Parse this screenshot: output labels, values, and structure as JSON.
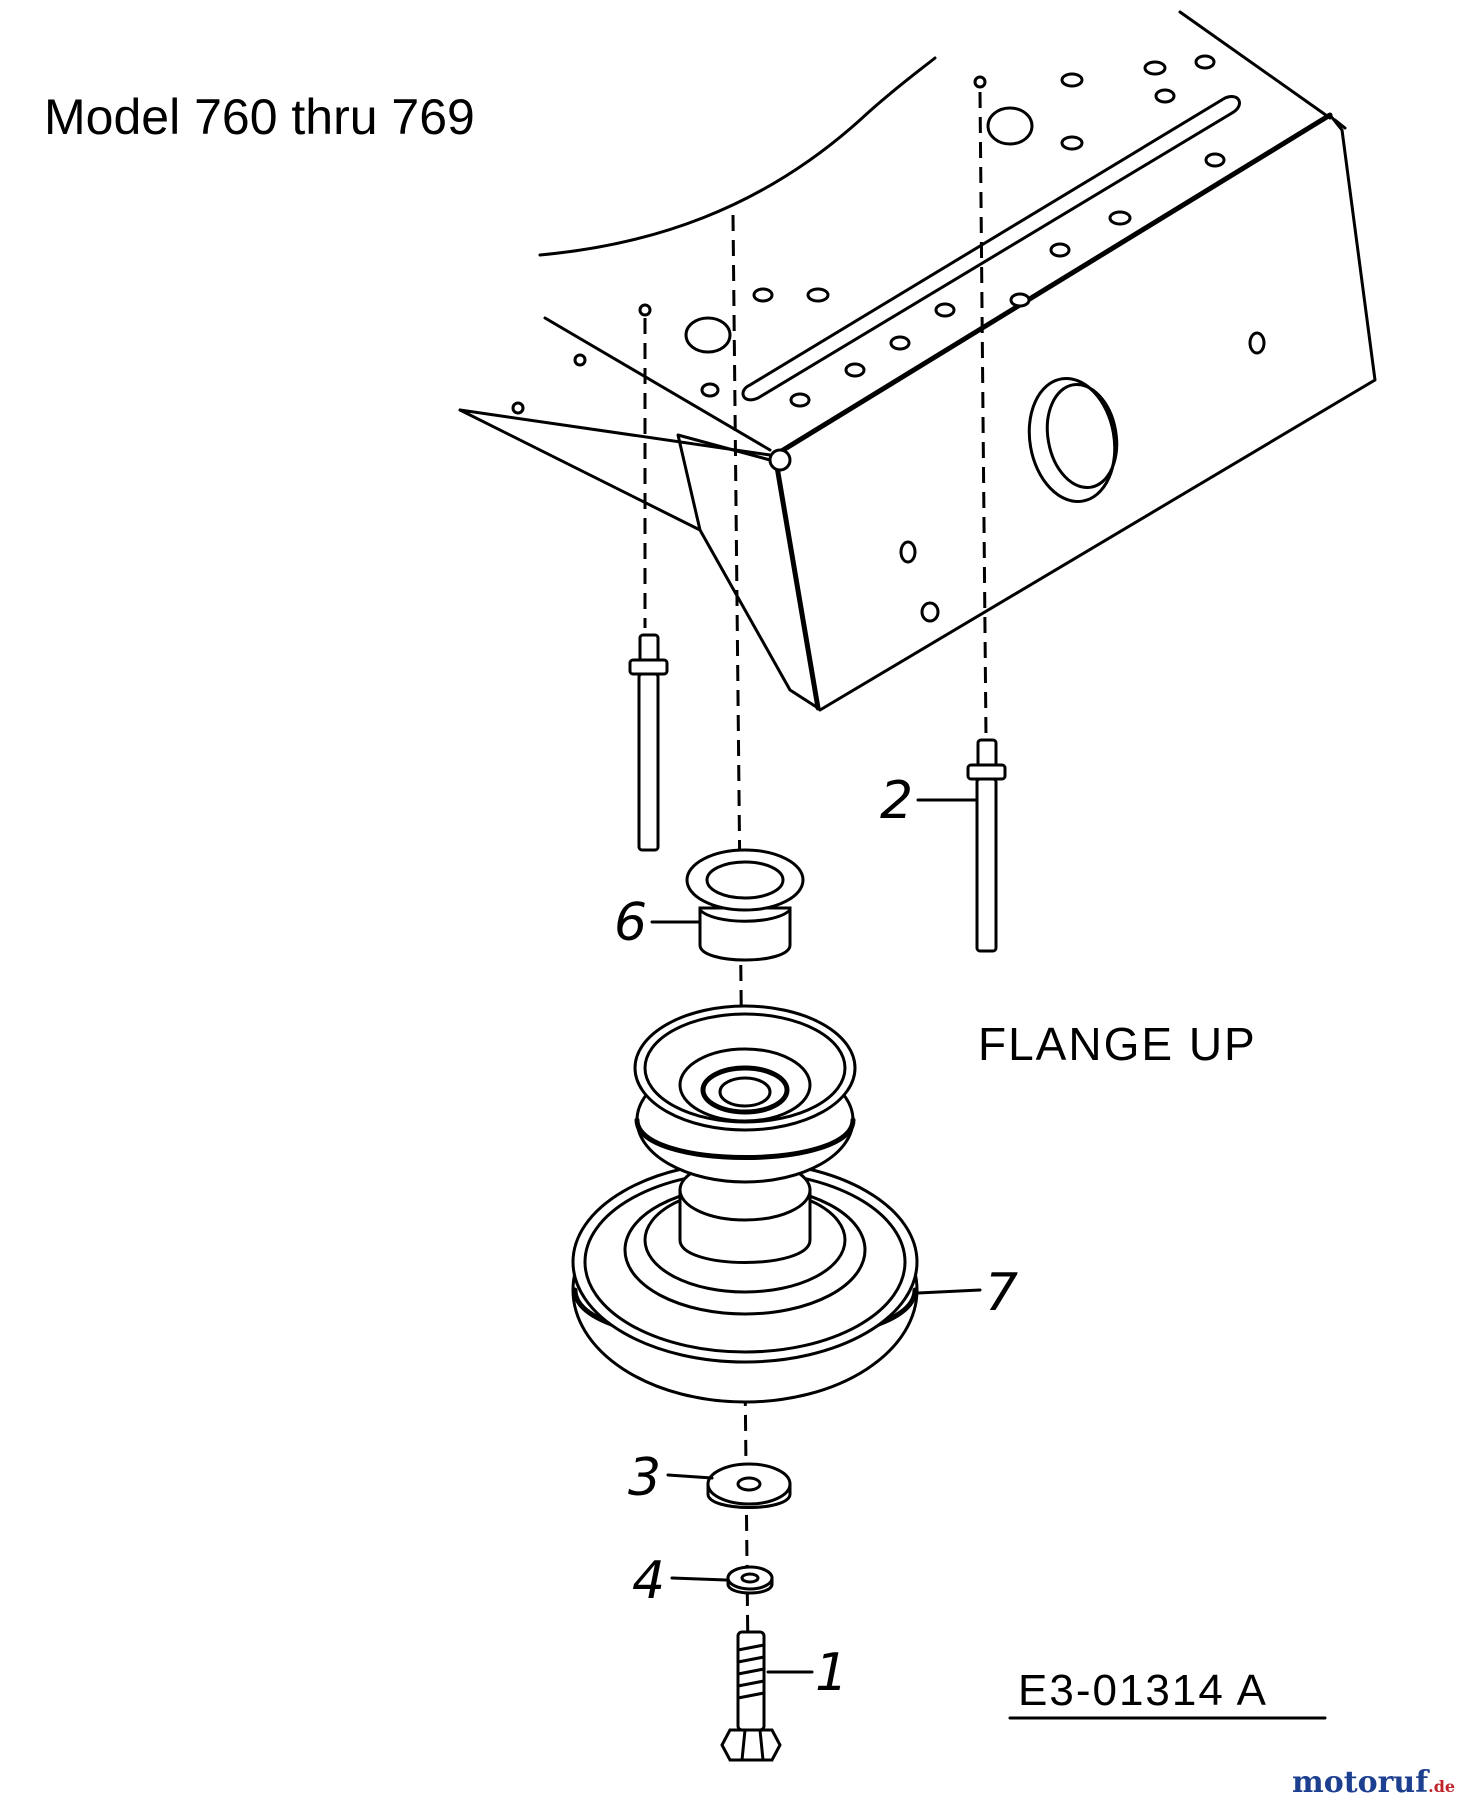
{
  "title": "Model 760 thru 769",
  "note": "FLANGE UP",
  "drawing_number": "E3-01314 A",
  "watermark": "motoruf.de",
  "callouts": [
    {
      "id": "1",
      "text": "1",
      "part": "hex-bolt"
    },
    {
      "id": "2",
      "text": "2",
      "part": "shoulder-stud"
    },
    {
      "id": "3",
      "text": "3",
      "part": "flat-washer"
    },
    {
      "id": "4",
      "text": "4",
      "part": "lock-washer"
    },
    {
      "id": "6",
      "text": "6",
      "part": "flange-bushing"
    },
    {
      "id": "7",
      "text": "7",
      "part": "double-pulley"
    }
  ],
  "colors": {
    "ink": "#000000",
    "paper": "#ffffff",
    "watermark_blue": "#1d3f8f",
    "watermark_red": "#c0242b"
  }
}
